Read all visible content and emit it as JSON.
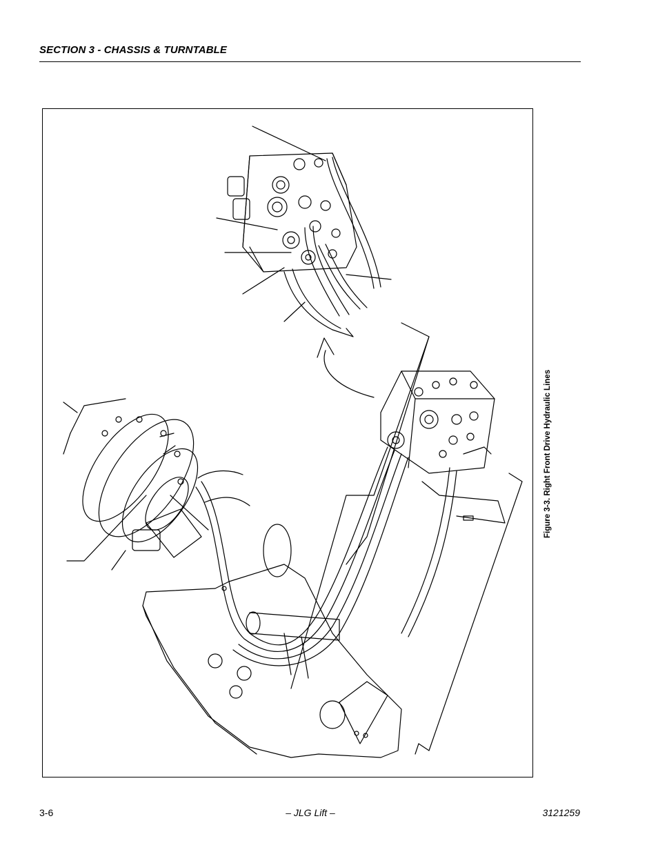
{
  "header": {
    "section_title": "SECTION 3 - CHASSIS & TURNTABLE"
  },
  "figure": {
    "caption": "Figure 3-3.  Right Front Drive Hydraulic Lines"
  },
  "footer": {
    "page_number": "3-6",
    "publisher": "– JLG Lift –",
    "document_number": "3121259"
  }
}
